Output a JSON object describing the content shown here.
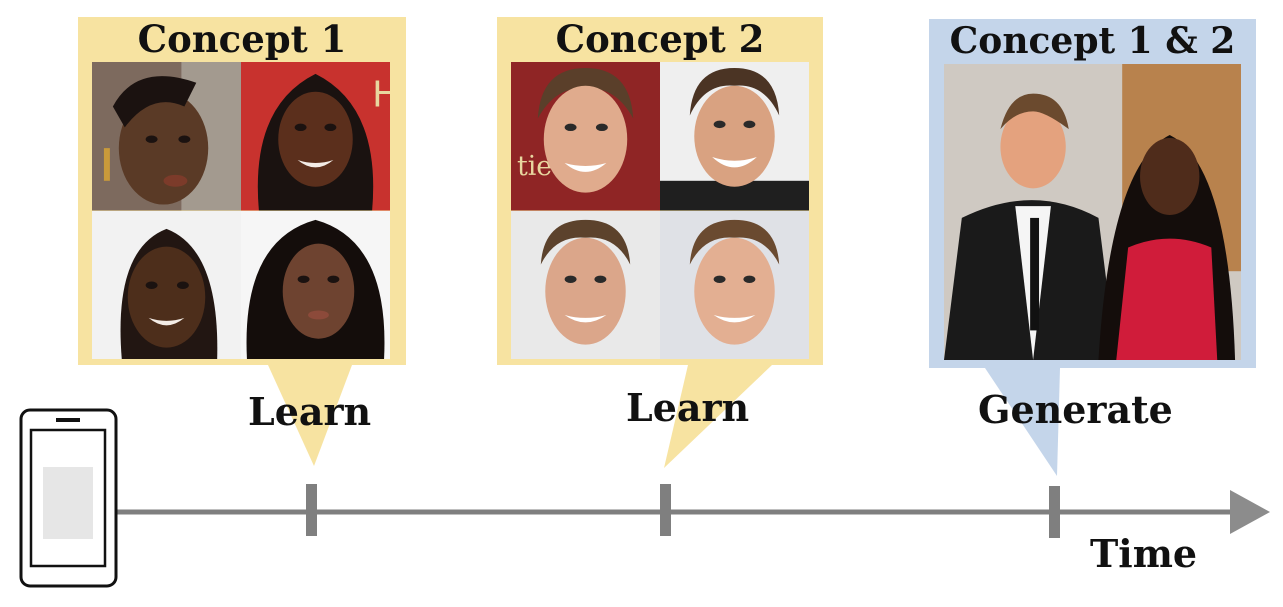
{
  "panels": [
    {
      "id": "concept1",
      "title": "Concept 1",
      "fill_color": "#f7e3a1",
      "photo_descriptions": [
        "face",
        "face",
        "face",
        "face"
      ]
    },
    {
      "id": "concept2",
      "title": "Concept 2",
      "fill_color": "#f7e3a1",
      "photo_descriptions": [
        "face",
        "face",
        "face",
        "face"
      ]
    },
    {
      "id": "concept12",
      "title": "Concept 1 & 2",
      "fill_color": "#c4d5ea"
    }
  ],
  "events": [
    {
      "label": "Learn"
    },
    {
      "label": "Learn"
    },
    {
      "label": "Generate"
    }
  ],
  "axis": {
    "label": "Time",
    "line_color": "#7f7f7f"
  },
  "device": {
    "icon": "smartphone-icon",
    "screen_color": "#e6e6e6"
  }
}
